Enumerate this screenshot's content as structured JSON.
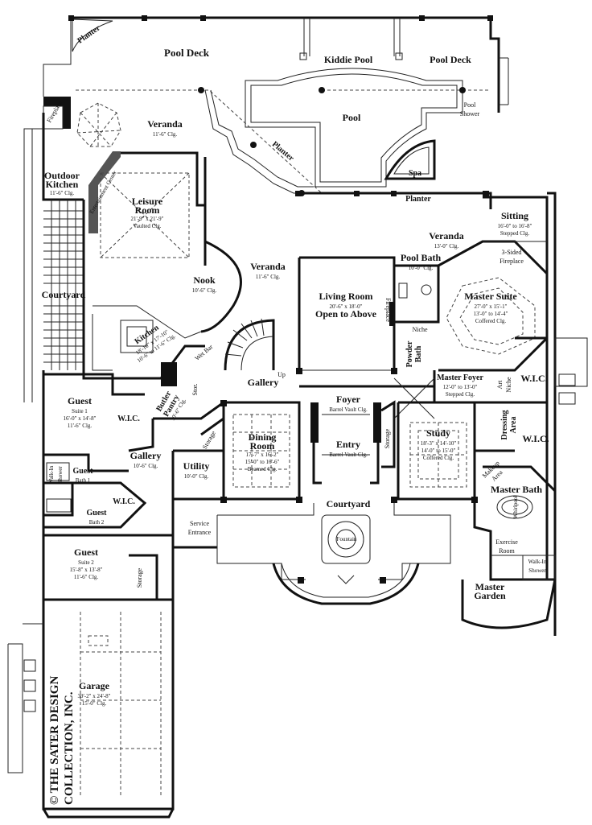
{
  "rooms": [
    {
      "id": "pool-deck-left",
      "name": "Pool Deck",
      "sub": []
    },
    {
      "id": "kiddie-pool",
      "name": "Kiddie Pool",
      "sub": []
    },
    {
      "id": "pool-deck-right",
      "name": "Pool Deck",
      "sub": []
    },
    {
      "id": "pool",
      "name": "Pool",
      "sub": []
    },
    {
      "id": "pool-shower",
      "name": "Pool",
      "sub": [
        "Shower"
      ]
    },
    {
      "id": "planter-top",
      "name": "Planter",
      "sub": []
    },
    {
      "id": "veranda-top",
      "name": "Veranda",
      "sub": [
        "11'-6\" Clg."
      ]
    },
    {
      "id": "fireplace-label",
      "name": "Fireplace",
      "sub": []
    },
    {
      "id": "planter-diag",
      "name": "Planter",
      "sub": []
    },
    {
      "id": "spa",
      "name": "Spa",
      "sub": []
    },
    {
      "id": "planter-mid",
      "name": "Planter",
      "sub": []
    },
    {
      "id": "outdoor-kitchen",
      "name": "Outdoor",
      "sub": [
        "Kitchen",
        "11'-6\" Clg."
      ]
    },
    {
      "id": "leisure-room",
      "name": "Leisure",
      "sub": [
        "Room",
        "21'-9\" x 21'-9\"",
        "Vaulted Clg."
      ]
    },
    {
      "id": "entertainment-center",
      "name": "Entertainment Center",
      "sub": []
    },
    {
      "id": "sitting",
      "name": "Sitting",
      "sub": [
        "16'-0\" to 16'-8\"",
        "Stepped Clg."
      ]
    },
    {
      "id": "three-sided-fireplace",
      "name": "3-Sided",
      "sub": [
        "Fireplace"
      ]
    },
    {
      "id": "veranda-right",
      "name": "Veranda",
      "sub": [
        "13'-0\" Clg."
      ]
    },
    {
      "id": "pool-bath",
      "name": "Pool Bath",
      "sub": [
        "10'-0\" Clg."
      ]
    },
    {
      "id": "courtyard-left",
      "name": "Courtyard",
      "sub": []
    },
    {
      "id": "nook",
      "name": "Nook",
      "sub": [
        "10'-6\" Clg."
      ]
    },
    {
      "id": "veranda-mid",
      "name": "Veranda",
      "sub": [
        "11'-6\" Clg."
      ]
    },
    {
      "id": "living-room",
      "name": "Living Room",
      "sub": [
        "20'-6\" x 18'-0\"",
        "Open to Above"
      ]
    },
    {
      "id": "fireplace-living",
      "name": "Fireplace",
      "sub": []
    },
    {
      "id": "master-suite",
      "name": "Master Suite",
      "sub": [
        "27'-0\" x 15'-1\"",
        "13'-0\" to 14'-4\"",
        "Coffered Clg."
      ]
    },
    {
      "id": "kitchen",
      "name": "Kitchen",
      "sub": [
        "18'-10\" x 17'-10\"",
        "10'-6\" to 11'-6\" Clg."
      ]
    },
    {
      "id": "niche",
      "name": "Niche",
      "sub": []
    },
    {
      "id": "powder-bath",
      "name": "Powder",
      "sub": [
        "Bath"
      ]
    },
    {
      "id": "wic-master",
      "name": "W.I.C.",
      "sub": []
    },
    {
      "id": "wet-bar",
      "name": "Wet Bar",
      "sub": []
    },
    {
      "id": "gallery-top",
      "name": "Gallery",
      "sub": []
    },
    {
      "id": "up",
      "name": "Up",
      "sub": []
    },
    {
      "id": "stor-small",
      "name": "Stor.",
      "sub": []
    },
    {
      "id": "master-foyer",
      "name": "Master Foyer",
      "sub": [
        "12'-0\" to 13'-0\"",
        "Stepped Clg."
      ]
    },
    {
      "id": "art-niche",
      "name": "Art",
      "sub": [
        "Niche"
      ]
    },
    {
      "id": "guest-suite-1",
      "name": "Guest",
      "sub": [
        "Suite 1",
        "16'-0\" x 14'-8\"",
        "11'-6\" Clg."
      ]
    },
    {
      "id": "wic-guest1",
      "name": "W.I.C.",
      "sub": []
    },
    {
      "id": "butler-pantry",
      "name": "Butler",
      "sub": [
        "Pantry",
        "10'-6\" Clg."
      ]
    },
    {
      "id": "foyer",
      "name": "Foyer",
      "sub": [
        "Barrel Vault Clg."
      ]
    },
    {
      "id": "dressing-area",
      "name": "Dressing",
      "sub": [
        "Area"
      ]
    },
    {
      "id": "wic-dressing",
      "name": "W.I.C.",
      "sub": []
    },
    {
      "id": "storage-gallery",
      "name": "Storage",
      "sub": []
    },
    {
      "id": "dining-room",
      "name": "Dining",
      "sub": [
        "Room",
        "17'-7\" x 16'-2\"",
        "15'-0\" to 16'-6\"",
        "Beamed Clg."
      ]
    },
    {
      "id": "entry",
      "name": "Entry",
      "sub": [
        "Barrel Vault Clg."
      ]
    },
    {
      "id": "storage-entry",
      "name": "Storage",
      "sub": []
    },
    {
      "id": "study",
      "name": "Study",
      "sub": [
        "18'-3\" x 14'-10\"",
        "14'-0\" to 15'-0\"",
        "Coffered Clg."
      ]
    },
    {
      "id": "gallery-low",
      "name": "Gallery",
      "sub": [
        "10'-6\" Clg."
      ]
    },
    {
      "id": "guest-bath-1",
      "name": "Guest",
      "sub": [
        "Bath 1"
      ]
    },
    {
      "id": "walk-in-shower-guest",
      "name": "Walk-In",
      "sub": [
        "Shower"
      ]
    },
    {
      "id": "utility",
      "name": "Utility",
      "sub": [
        "10'-0\" Clg."
      ]
    },
    {
      "id": "makeup-area",
      "name": "Makeup",
      "sub": [
        "Area"
      ]
    },
    {
      "id": "master-bath",
      "name": "Master Bath",
      "sub": []
    },
    {
      "id": "wic-guest2",
      "name": "W.I.C.",
      "sub": []
    },
    {
      "id": "guest-bath-2",
      "name": "Guest",
      "sub": [
        "Bath 2"
      ]
    },
    {
      "id": "courtyard-front",
      "name": "Courtyard",
      "sub": []
    },
    {
      "id": "whirlpool",
      "name": "Whirlpool",
      "sub": []
    },
    {
      "id": "service-entrance",
      "name": "Service",
      "sub": [
        "Entrance"
      ]
    },
    {
      "id": "fountain",
      "name": "Fountain",
      "sub": []
    },
    {
      "id": "exercise-room",
      "name": "Exercise",
      "sub": [
        "Room"
      ]
    },
    {
      "id": "walk-in-shower-master",
      "name": "Walk-In",
      "sub": [
        "Shower"
      ]
    },
    {
      "id": "guest-suite-2",
      "name": "Guest",
      "sub": [
        "Suite 2",
        "15'-8\" x 13'-8\"",
        "11'-6\" Clg."
      ]
    },
    {
      "id": "storage-guest2",
      "name": "Storage",
      "sub": []
    },
    {
      "id": "master-garden",
      "name": "Master",
      "sub": [
        "Garden"
      ]
    },
    {
      "id": "garage",
      "name": "Garage",
      "sub": [
        "39'-2\" x 24'-8\"",
        "15'-0\" Clg."
      ]
    }
  ],
  "copyright": {
    "line1": "© THE SATER DESIGN",
    "line2": "COLLECTION, INC."
  }
}
